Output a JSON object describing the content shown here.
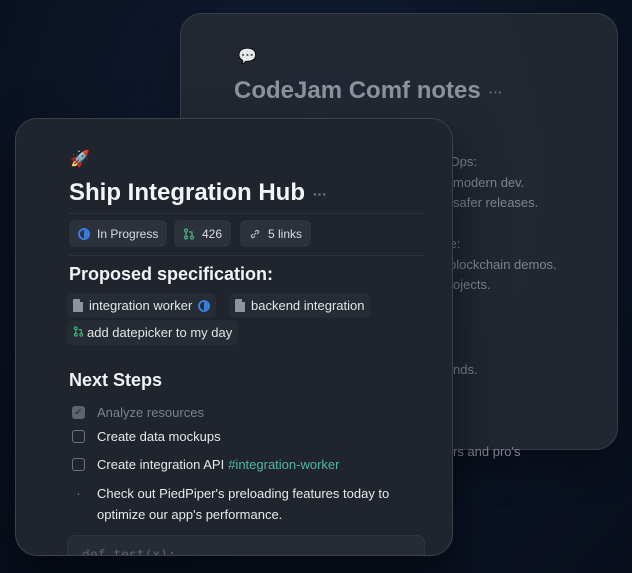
{
  "back_card": {
    "icon": "speech-bubble-icon",
    "title": "CodeJam Comf notes",
    "more": "···",
    "lines": [
      "vOps:",
      "modern dev.",
      "safer releases.",
      "se:",
      "blockchain demos.",
      "ojects.",
      "nds.",
      "rs and pro's"
    ]
  },
  "front_card": {
    "icon": "rocket-icon",
    "title": "Ship Integration Hub",
    "more": "···",
    "chips": {
      "status": "In Progress",
      "pr": "426",
      "links": "5 links"
    },
    "spec": {
      "heading": "Proposed specification:",
      "refs": [
        {
          "label": "integration worker"
        },
        {
          "label": "backend integration"
        },
        {
          "label": "add datepicker to my day"
        }
      ]
    },
    "next_steps": {
      "heading": "Next Steps",
      "items": [
        {
          "label": "Analyze resources",
          "checked": true
        },
        {
          "label": "Create data mockups",
          "checked": false
        },
        {
          "label": "Create integration API",
          "tag": "#integration-worker",
          "checked": false
        },
        {
          "label": "Check out PiedPiper's preloading features today to optimize our app's performance.",
          "bullet": "·"
        }
      ]
    },
    "code": "def test(x):"
  },
  "colors": {
    "accent_blue": "#3c7be0",
    "pr_green": "#4bb37a",
    "tag_teal": "#4fb8a6"
  }
}
